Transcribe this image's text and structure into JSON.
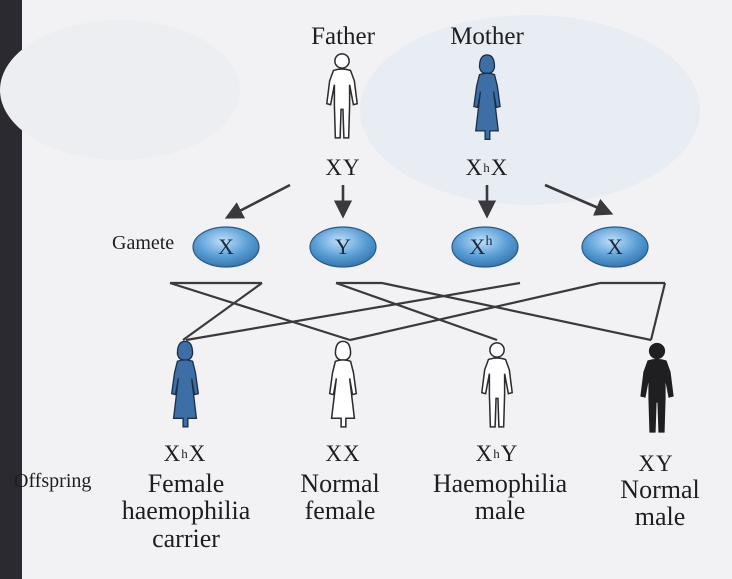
{
  "parents": {
    "father": {
      "label": "Father",
      "genotype": {
        "base": "XY",
        "sup": ""
      }
    },
    "mother": {
      "label": "Mother",
      "genotype": {
        "base": "X",
        "sup": "h",
        "tail": "X"
      }
    }
  },
  "gamete_label": "Gamete",
  "gametes": [
    {
      "base": "X",
      "sup": ""
    },
    {
      "base": "Y",
      "sup": ""
    },
    {
      "base": "X",
      "sup": "h"
    },
    {
      "base": "X",
      "sup": ""
    }
  ],
  "offspring_label": "Offspring",
  "offspring": [
    {
      "genotype": {
        "base": "X",
        "sup": "h",
        "tail": "X"
      },
      "description": "Female\nhaemophilia\ncarrier"
    },
    {
      "genotype": {
        "base": "XX",
        "sup": "",
        "tail": ""
      },
      "description": "Normal\nfemale"
    },
    {
      "genotype": {
        "base": "X",
        "sup": "h",
        "tail": "Y"
      },
      "description": "Haemophilia\nmale"
    },
    {
      "genotype": {
        "base": "XY",
        "sup": "",
        "tail": ""
      },
      "description": "Normal\nmale"
    }
  ],
  "colors": {
    "carrier_blue": "#3d6fa6",
    "gamete_fill": "#5b9fd6",
    "affected": "#1f1f22",
    "line": "#3a3a3e"
  }
}
